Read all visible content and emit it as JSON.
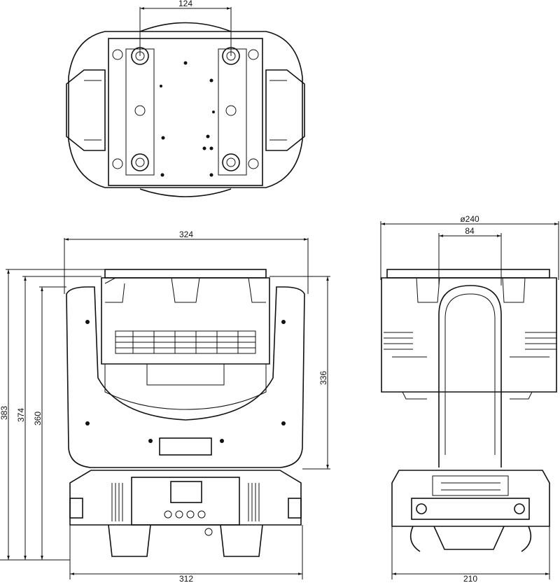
{
  "top_view": {
    "width_label": "124"
  },
  "front_view": {
    "overall_width_label": "324",
    "base_width_label": "312",
    "height_383_label": "383",
    "height_374_label": "374",
    "height_360_label": "360",
    "yoke_height_label": "336"
  },
  "side_view": {
    "diameter_label": "ø240",
    "arm_width_label": "84",
    "base_depth_label": "210"
  }
}
